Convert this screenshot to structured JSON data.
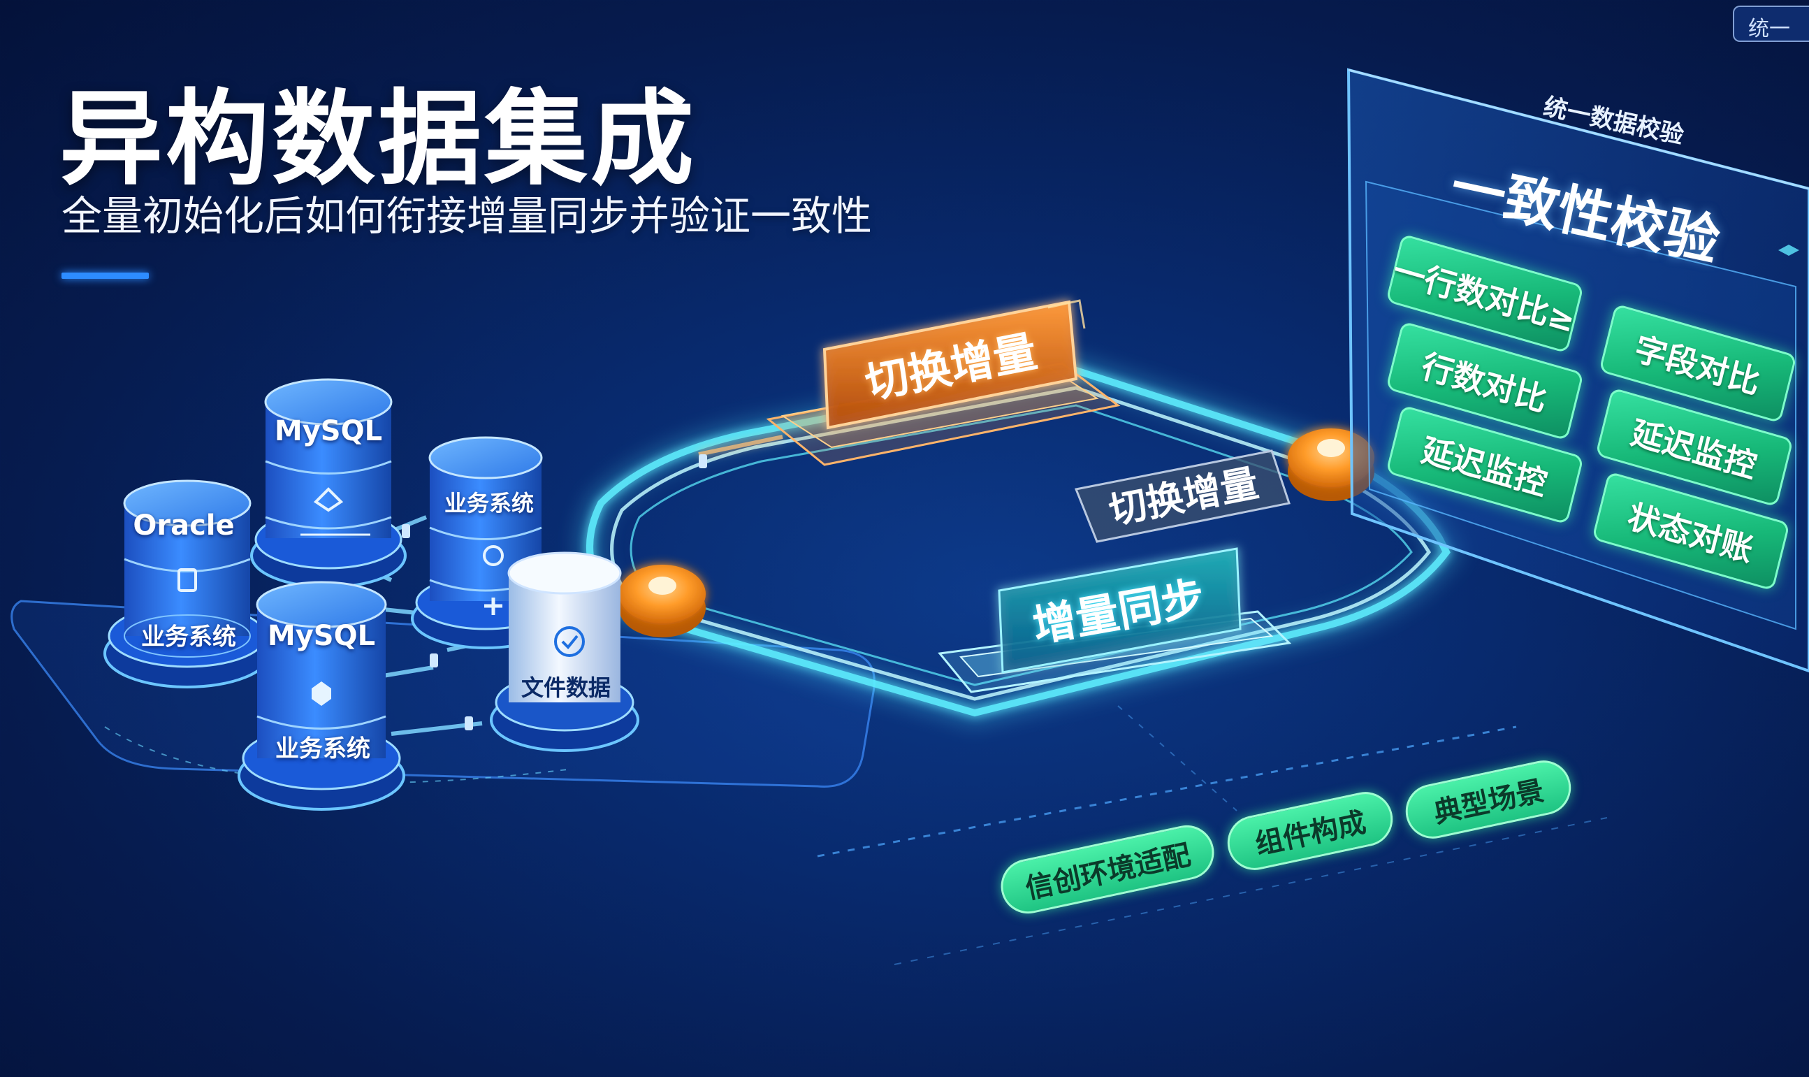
{
  "header": {
    "title": "异构数据集成",
    "subtitle": "全量初始化后如何衔接增量同步并验证一致性"
  },
  "corner_badge": "统一",
  "sources": {
    "oracle": {
      "name": "Oracle",
      "caption": "业务系统"
    },
    "mysql_top": {
      "name": "MySQL"
    },
    "business_system": {
      "caption": "业务系统"
    },
    "mysql_bottom": {
      "name": "MySQL",
      "caption": "业务系统"
    },
    "file_data": {
      "caption": "文件数据"
    }
  },
  "flow": {
    "switch_incremental_top": "切换增量",
    "switch_incremental_right": "切换增量",
    "incremental_sync": "增量同步"
  },
  "validation_panel": {
    "caption": "统一数据校验",
    "title": "一致性校验",
    "items": [
      "一行数对比≥",
      "字段对比",
      "行数对比",
      "延迟监控",
      "延迟监控",
      "状态对账"
    ]
  },
  "tags": [
    "信创环境适配",
    "组件构成",
    "典型场景"
  ],
  "colors": {
    "accent_blue": "#2d8cff",
    "flow_cyan": "#5ff0ff",
    "switch_orange": "#ff9a2e",
    "check_green": "#22c886",
    "db_blue": "#1e6fe0"
  }
}
